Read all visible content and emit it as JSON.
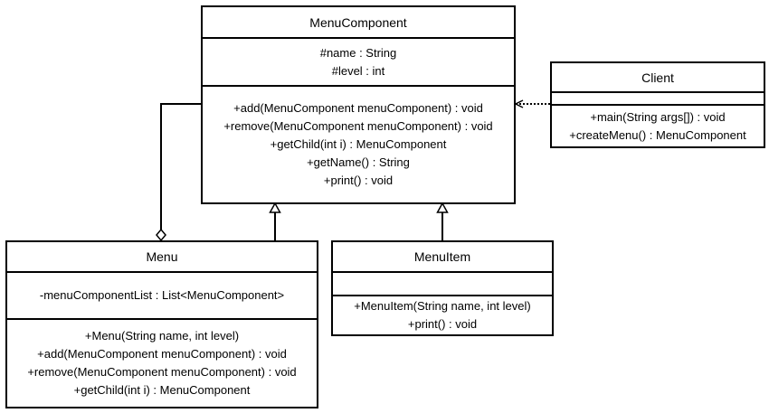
{
  "classes": {
    "menu_component": {
      "name": "MenuComponent",
      "attributes": [
        "#name : String",
        "#level : int"
      ],
      "operations": [
        "+add(MenuComponent menuComponent) : void",
        "+remove(MenuComponent menuComponent) : void",
        "+getChild(int i) : MenuComponent",
        "+getName() : String",
        "+print() : void"
      ]
    },
    "client": {
      "name": "Client",
      "attributes": [],
      "operations": [
        "+main(String args[]) : void",
        "+createMenu() : MenuComponent"
      ]
    },
    "menu": {
      "name": "Menu",
      "attributes": [
        "-menuComponentList : List<MenuComponent>"
      ],
      "operations": [
        "+Menu(String name, int level)",
        "+add(MenuComponent menuComponent) : void",
        "+remove(MenuComponent menuComponent) : void",
        "+getChild(int i) : MenuComponent"
      ]
    },
    "menu_item": {
      "name": "MenuItem",
      "attributes": [],
      "operations": [
        "+MenuItem(String name, int level)",
        "+print() : void"
      ]
    }
  },
  "relationships": [
    {
      "from": "Client",
      "to": "MenuComponent",
      "kind": "dependency"
    },
    {
      "from": "Menu",
      "to": "MenuComponent",
      "kind": "generalization"
    },
    {
      "from": "MenuItem",
      "to": "MenuComponent",
      "kind": "generalization"
    },
    {
      "from": "Menu",
      "to": "MenuComponent",
      "kind": "aggregation"
    }
  ],
  "colors": {
    "stroke": "#000000",
    "background": "#ffffff"
  }
}
